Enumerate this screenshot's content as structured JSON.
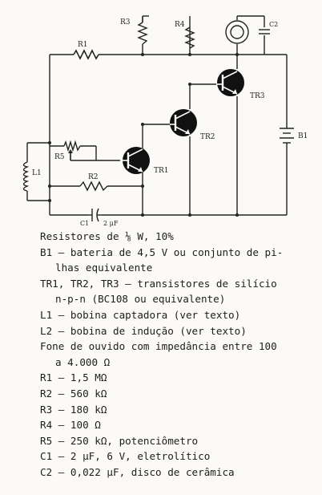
{
  "diagram": {
    "labels": {
      "r1": "R1",
      "r2": "R2",
      "r3": "R3",
      "r4": "R4",
      "r5": "R5",
      "c1": "C1",
      "c1_value": "2 μF",
      "c2": "C2",
      "l1": "L1",
      "tr1": "TR1",
      "tr2": "TR2",
      "tr3": "TR3",
      "b1": "B1"
    }
  },
  "parts_list": {
    "line1": "Resistores de ⅛ W, 10%",
    "line2": "B1 — bateria de 4,5 V ou conjunto de pi-",
    "line3": "lhas equivalente",
    "line4": "TR1, TR2, TR3 — transistores de silício",
    "line5": "n-p-n (BC108 ou equivalente)",
    "line6": "L1 — bobina captadora (ver texto)",
    "line7": "L2 — bobina de indução (ver texto)",
    "line8": "Fone de ouvido com impedância entre 100",
    "line9": "a 4.000 Ω",
    "line10": "R1 — 1,5 MΩ",
    "line11": "R2 — 560 kΩ",
    "line12": "R3 — 180 kΩ",
    "line13": "R4 — 100 Ω",
    "line14": "R5 — 250 kΩ, potenciômetro",
    "line15": "C1 — 2 μF, 6 V, eletrolítico",
    "line16": "C2 — 0,022 μF, disco de cerâmica"
  }
}
